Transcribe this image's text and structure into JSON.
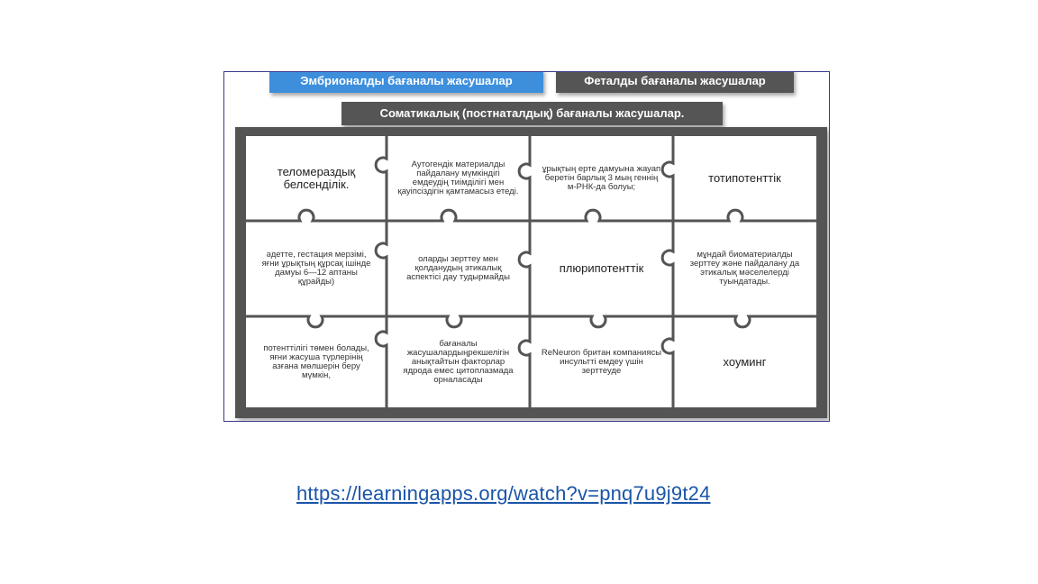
{
  "categories": {
    "embryonic": "Эмбрионалды бағаналы жасушалар",
    "fetal": "Феталды бағаналы жасушалар",
    "somatic": "Соматикалық (постнаталдық) бағаналы жасушалар."
  },
  "tiles": [
    "теломераздық белсенділік.",
    "Аутогендік материалды пайдалану мүмкіндігі емдеудің тиімділігі мен қауіпсіздігін қамтамасыз етеді.",
    "ұрықтың ерте дамуына жауап беретін барлық 3 мың геннің м-РНК-да болуы;",
    "тотипотенттік",
    "әдетте, гестация мерзімі, яғни ұрықтың құрсақ ішінде дамуы 6—12 аптаны құрайды)",
    "оларды зерттеу мен қолданудың этикалық аспектісі дау тудырмайды",
    "плюрипотенттік",
    "мұндай биоматериалды зерттеу және пайдалану да этикалық мәселелерді туындатады.",
    "потенттілігі төмен болады, яғни жасуша түрлерінің азғана мөлшерін беру мүмкін,",
    "бағаналы жасушалардыңрекшелігін анықтайтын факторлар ядрода емес цитоплазмада орналасады",
    "ReNeuron британ компаниясы инсультті емдеу үшін зерттеуде",
    "хоуминг"
  ],
  "link": {
    "text": "https://learningapps.org/watch?v=pnq7u9j9t24"
  }
}
